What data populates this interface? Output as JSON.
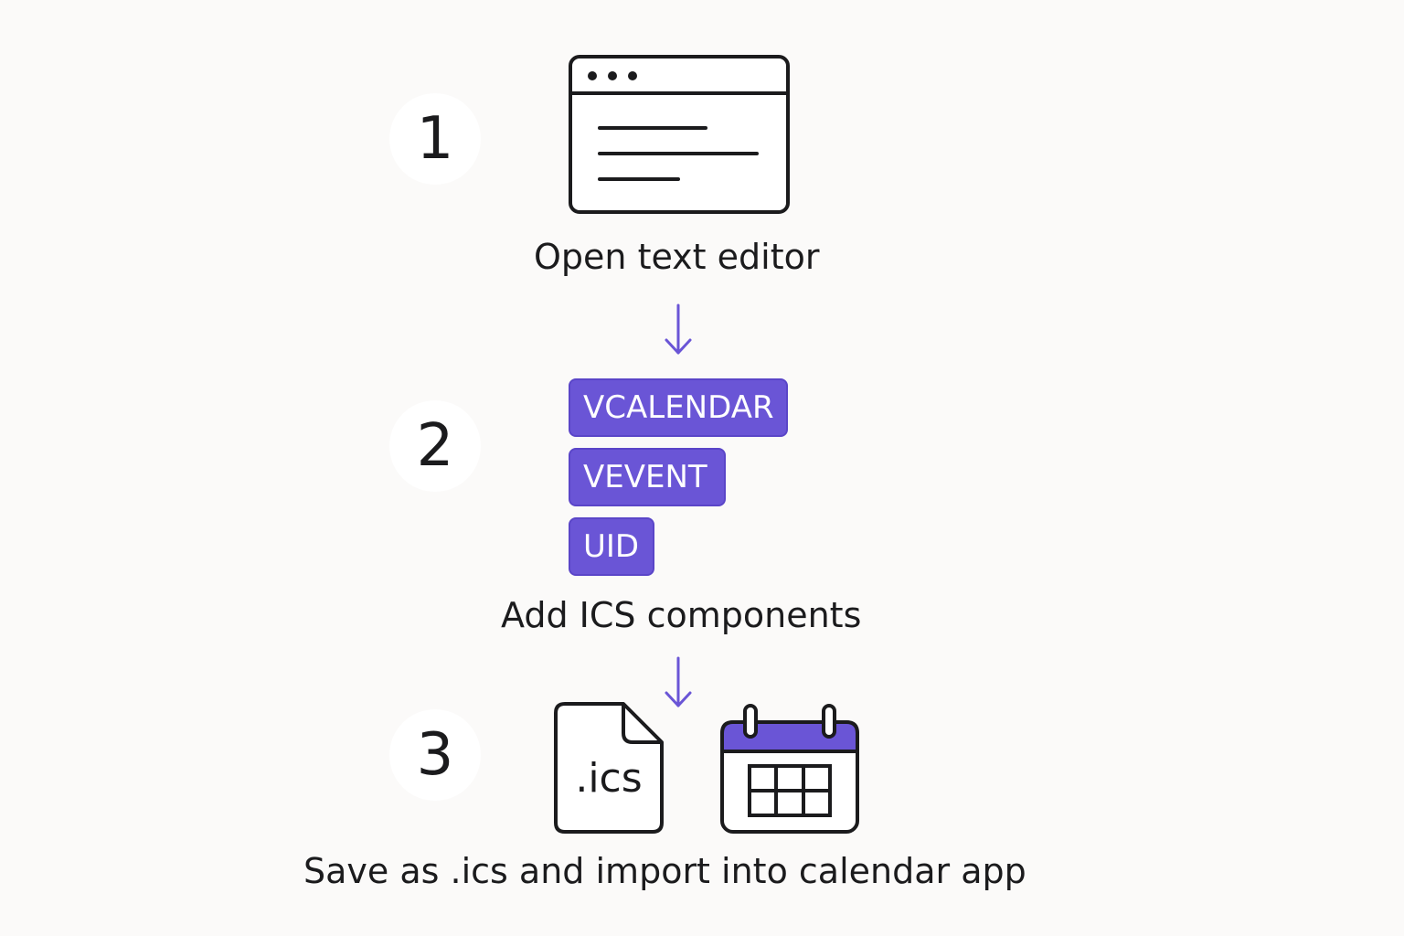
{
  "steps": [
    {
      "number": "1",
      "caption": "Open text editor",
      "icon": "text-editor-window-icon"
    },
    {
      "number": "2",
      "caption": "Add ICS components",
      "components": [
        "VCALENDAR",
        "VEVENT",
        "UID"
      ]
    },
    {
      "number": "3",
      "caption": "Save as .ics and import into calendar app",
      "file_label": ".ics",
      "icons": [
        "ics-file-icon",
        "calendar-icon"
      ]
    }
  ],
  "colors": {
    "accent": "#6a55d6",
    "stroke": "#1b1b1d",
    "background": "#fbfaf9"
  }
}
